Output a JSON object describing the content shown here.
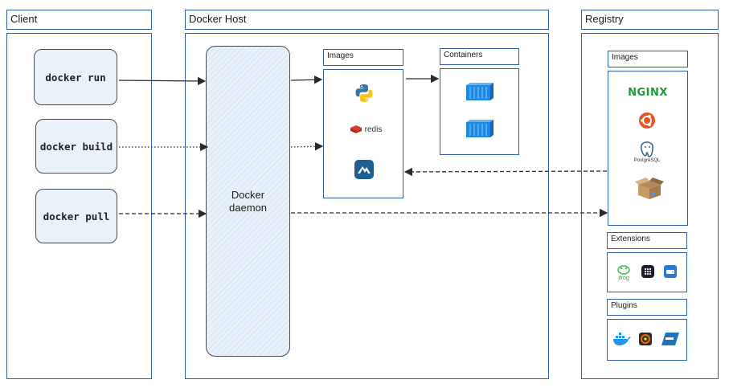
{
  "client": {
    "title": "Client",
    "commands": [
      "docker run",
      "docker build",
      "docker pull"
    ]
  },
  "host": {
    "title": "Docker Host",
    "daemon_line1": "Docker",
    "daemon_line2": "daemon",
    "images_title": "Images",
    "containers_title": "Containers",
    "redis_label": "redis"
  },
  "registry": {
    "title": "Registry",
    "images_title": "Images",
    "extensions_title": "Extensions",
    "plugins_title": "Plugins",
    "nginx_label": "NGINX",
    "postgres_label": "PostgreSQL",
    "jfrog_label": "jfrog"
  },
  "colors": {
    "frame": "#2f5fa8",
    "box_fill": "#e9f2fb",
    "container_blue": "#1e88e5"
  }
}
